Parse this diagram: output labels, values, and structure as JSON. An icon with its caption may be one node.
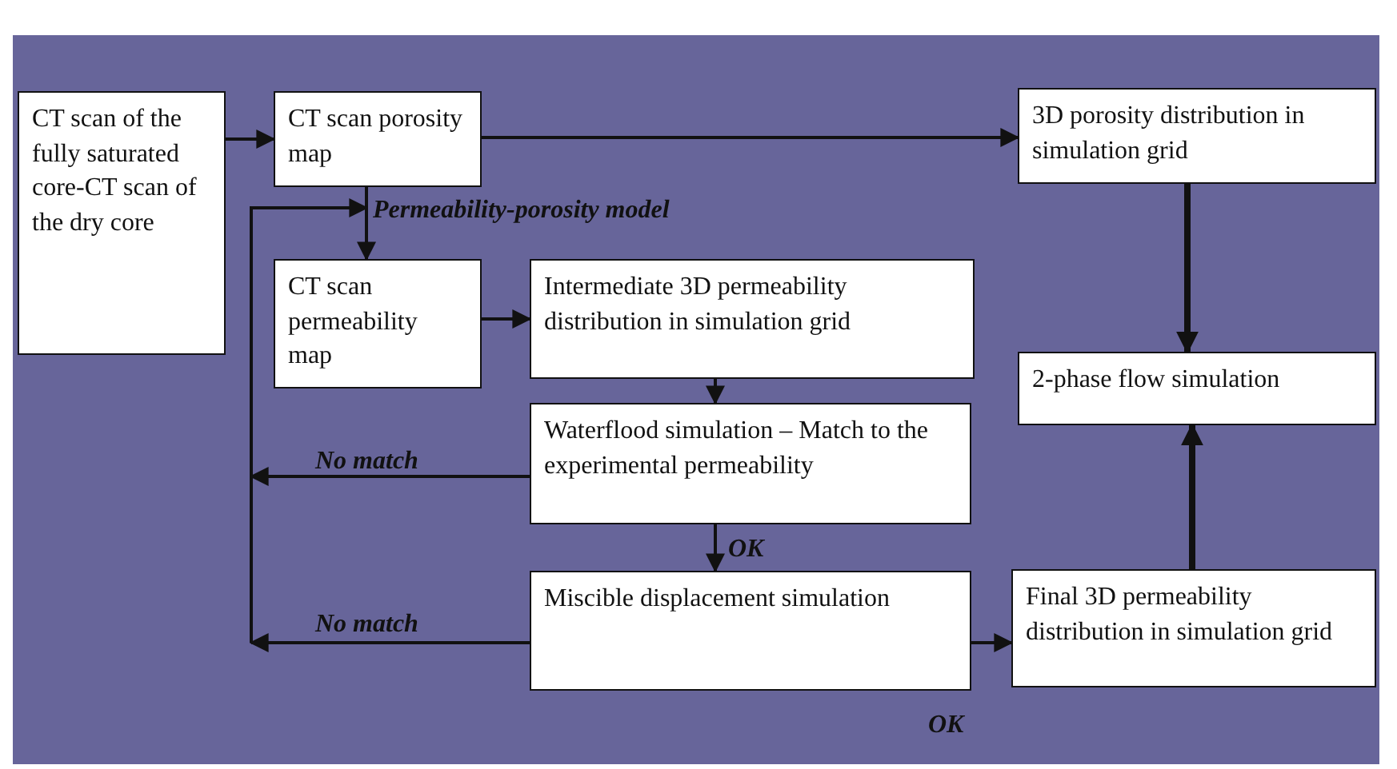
{
  "diagram": {
    "nodes": [
      {
        "text": [
          "CT scan of the fully saturated core-CT scan of the dry core"
        ]
      },
      {
        "text": [
          "CT scan porosity map"
        ]
      },
      {
        "text": [
          "3D porosity distribution in simulation grid"
        ]
      },
      {
        "text": [
          "CT scan permeability map"
        ]
      },
      {
        "text": [
          "Intermediate 3D permeability distribution in simulation grid"
        ]
      },
      {
        "text": [
          "2-phase flow simulation"
        ]
      },
      {
        "text": [
          "Waterflood simulation – Match to the experimental permeability"
        ]
      },
      {
        "text": [
          "Miscible displacement simulation"
        ]
      },
      {
        "text": [
          "Final 3D permeability distribution in simulation grid"
        ]
      }
    ],
    "edges": [
      {
        "from": 0,
        "to": 1,
        "arrow": "to"
      },
      {
        "from": 1,
        "to": 2,
        "arrow": "to"
      },
      {
        "from": 1,
        "to": 3,
        "arrow": "to",
        "label": "Permeability-porosity model"
      },
      {
        "from": 3,
        "to": 4,
        "arrow": "to"
      },
      {
        "from": 4,
        "to": 6,
        "arrow": "to"
      },
      {
        "from": 6,
        "to": 7,
        "arrow": "to",
        "label": "OK"
      },
      {
        "from": 7,
        "to": 8,
        "arrow": "to",
        "label": "OK"
      },
      {
        "from": 2,
        "to": 5,
        "arrow": "to",
        "style": "thick"
      },
      {
        "from": 8,
        "to": 5,
        "arrow": "to",
        "style": "thick"
      },
      {
        "from": 6,
        "to": null,
        "arrow": "to",
        "label": "No match"
      },
      {
        "from": 7,
        "to": null,
        "arrow": "to",
        "label": "No match"
      },
      {
        "from": null,
        "to": 3,
        "arrow": "to"
      }
    ]
  }
}
